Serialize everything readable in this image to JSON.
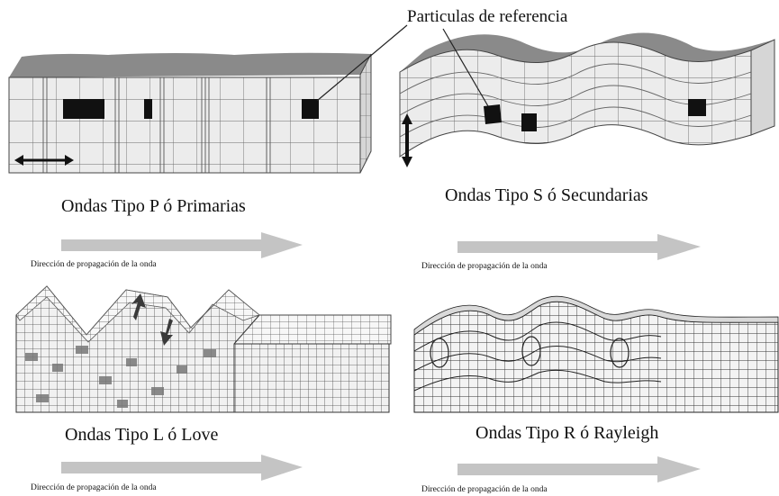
{
  "figure": {
    "reference_label": "Particulas de referencia",
    "panels": [
      {
        "key": "p",
        "title": "Ondas Tipo P ó Primarias",
        "direction": "Dirección de propagación de la onda"
      },
      {
        "key": "s",
        "title": "Ondas Tipo S ó  Secundarias",
        "direction": "Dirección de propagación de la onda"
      },
      {
        "key": "l",
        "title": "Ondas Tipo L ó Love",
        "direction": "Dirección de propagación de la onda"
      },
      {
        "key": "r",
        "title": "Ondas Tipo R ó Rayleigh",
        "direction": "Dirección de propagación de la onda"
      }
    ]
  },
  "colors": {
    "block_top": "#8a8a8a",
    "block_face": "#ececec",
    "grid_line": "#5a5a5a",
    "particle": "#111111",
    "arrow": "#c4c4c4"
  }
}
